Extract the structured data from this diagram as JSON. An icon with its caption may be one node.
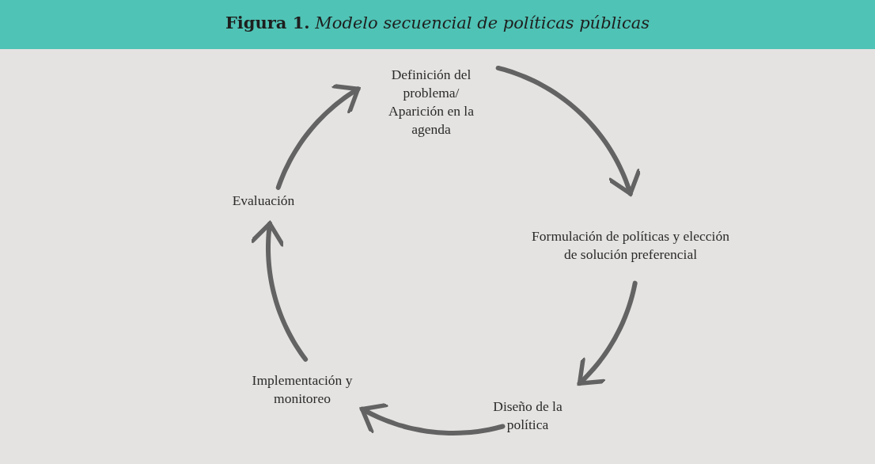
{
  "diagram": {
    "title": "**Figura 1.** *Modelo secuencial de políticas públicas*",
    "nodes": [
      {
        "text": [
          "Definición del problema/ Aparición en la agenda"
        ]
      },
      {
        "text": [
          "Formulación de políticas y elección de solución preferencial"
        ]
      },
      {
        "text": [
          "Diseño de la política"
        ]
      },
      {
        "text": [
          "Implementación y monitoreo"
        ]
      },
      {
        "text": [
          "Evaluación"
        ]
      }
    ],
    "edges": [
      {
        "from": 0,
        "to": 1,
        "arrow": "to"
      },
      {
        "from": 1,
        "to": 2,
        "arrow": "to"
      },
      {
        "from": 2,
        "to": 3,
        "arrow": "to"
      },
      {
        "from": 3,
        "to": 4,
        "arrow": "to"
      },
      {
        "from": 4,
        "to": 0,
        "arrow": "to"
      }
    ]
  }
}
